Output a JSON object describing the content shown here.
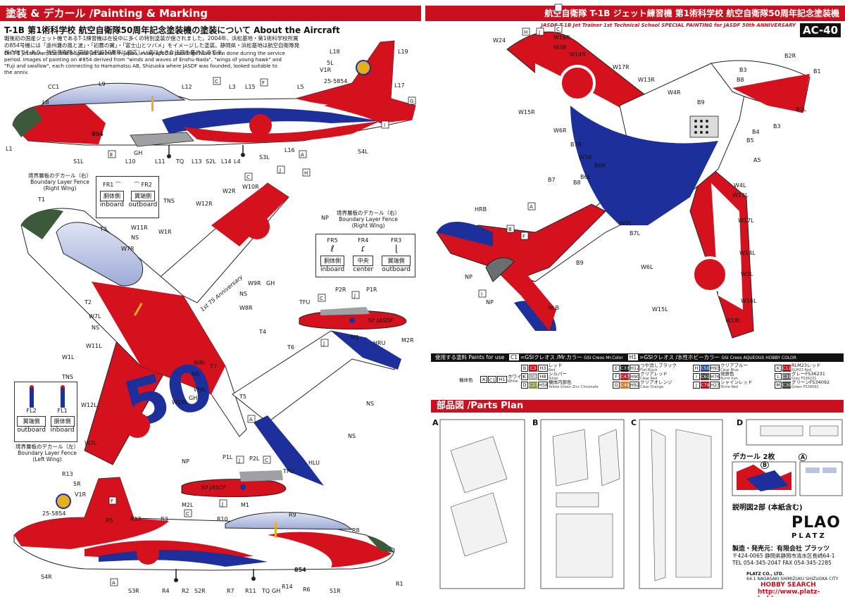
{
  "header": {
    "left_title": "塗装 & デカール /Painting & Marking",
    "right_title": "航空自衛隊 T-1B ジェット練習機 第1術科学校 航空自衛隊50周年記念塗装機",
    "right_subtitle": "JASDF T-1B Jet Trainer 1st Technical School SPECIAL PAINTING for JASDF 50th ANNIVERSARY",
    "code": "AC-40"
  },
  "about": {
    "title": "T-1B 第1術科学校 航空自衛隊50周年記念塗装機の塗装について About the Aircraft",
    "jp": "戦後初の国産ジェット機であるT-1練習機は在役中に多くの特別塗装が施されました。2004年、浜松基地・第1術科学校所属の854号機には「遠州灘の風と波」・「初鷹の翼」・「富士山とツバメ」をイメージした塗装。静岡県・浜松基地は航空自衛隊発祥の地でもあり、航空自衛隊と同校の創設50周年に相応しい姿は大きな注目を集めたのです。",
    "en": "On T-1 jet trainer, the first original jet aircraft in Japan, many special paintings have been done during the service period. Images of painting on #854 derived from \"winds and waves of Enshu-Nada\", \"wings of young hawk\" and \"Fuji and swallow\", each connecting to Hamamatsu AB, Shizuoka where JASDF was founded, looked suitable to the anniv."
  },
  "aircraft": {
    "tail_number": "25-5854",
    "nose_number": "854",
    "wing_text": "1st TS Anniversary",
    "tank_text": "50 JASDF",
    "fifty": "50"
  },
  "fence_right": {
    "caption_jp": "境界層板のデカール（右）",
    "caption_en1": "Boundary Layer Fence",
    "caption_en2": "(Right Wing)",
    "items": [
      {
        "code": "FR1",
        "jp": "胴体側",
        "en": "inboard"
      },
      {
        "code": "FR2",
        "jp": "翼端側",
        "en": "outboard"
      }
    ]
  },
  "fence_right_tank": {
    "caption_jp": "境界層板のデカール（右）",
    "caption_en1": "Boundary Layer Fence",
    "caption_en2": "(Right Wing)",
    "items": [
      {
        "code": "FR5",
        "jp": "胴体側",
        "en": "inboard"
      },
      {
        "code": "FR4",
        "jp": "中央",
        "en": "center"
      },
      {
        "code": "FR3",
        "jp": "翼端側",
        "en": "outboard"
      }
    ]
  },
  "fence_left": {
    "caption_jp": "境界層板のデカール（左）",
    "caption_en1": "Boundary Layer Fence",
    "caption_en2": "(Left Wing)",
    "items": [
      {
        "code": "FL2",
        "jp": "翼端側",
        "en": "outboard"
      },
      {
        "code": "FL1",
        "jp": "胴体側",
        "en": "inboard"
      }
    ]
  },
  "paints": {
    "bar_label": "使用する塗料 Paints for use",
    "c1_def": "=GSIクレオス /Mr.カラー",
    "c1_def_en": "GSI Creos Mr.Color",
    "h1_def": "=GSIクレオス /水性ホビーカラー",
    "h1_def_en": "GSI Creos AQUEOUS HOBBY COLOR",
    "base_label": "機体色",
    "items": [
      {
        "key": "A",
        "c": "C1",
        "h": "H1",
        "jp": "ホワイト",
        "en": "White",
        "color": "#ffffff"
      },
      {
        "key": "B",
        "c": "C3",
        "h": "H3",
        "jp": "レッド",
        "en": "Red",
        "color": "#d4111c"
      },
      {
        "key": "C",
        "c": "C8",
        "h": "H8",
        "jp": "シルバー",
        "en": "Silver",
        "color": "#a9abb0"
      },
      {
        "key": "D",
        "c": "C27",
        "h": "H58",
        "jp": "機体内部色",
        "en": "Yellow Green Zinc Chromate",
        "color": "#8a9a3a"
      },
      {
        "key": "E",
        "c": "C33",
        "h": "H12",
        "jp": "つや消しブラック",
        "en": "Flat Black",
        "color": "#1a1a1a"
      },
      {
        "key": "F",
        "c": "C47",
        "h": "H90",
        "jp": "クリアレッド",
        "en": "Clear Red",
        "color": "#c41a2a"
      },
      {
        "key": "G",
        "c": "C49",
        "h": "H92",
        "jp": "クリアオレンジ",
        "en": "Clear Orange",
        "color": "#e07a1a"
      },
      {
        "key": "H",
        "c": "C50",
        "h": "H93",
        "jp": "クリアブルー",
        "en": "Clear Blue",
        "color": "#2a4aa8"
      },
      {
        "key": "I",
        "c": "C61",
        "h": "H76",
        "jp": "焼鉄色",
        "en": "Burnt Iron",
        "color": "#4a4038"
      },
      {
        "key": "J",
        "c": "C79",
        "h": "H23",
        "jp": "シャインレッド",
        "en": "Shine Red",
        "color": "#c4101c"
      },
      {
        "key": "K",
        "c": "C114",
        "h": "",
        "jp": "RLM23レッド",
        "en": "RLM23 Red",
        "color": "#b8141e"
      },
      {
        "key": "L",
        "c": "C317",
        "h": "",
        "jp": "グレーFS36231",
        "en": "Gray FS36231",
        "color": "#6b6e70"
      },
      {
        "key": "M",
        "c": "C302",
        "h": "",
        "jp": "グリーンFS34092",
        "en": "Green FS34092",
        "color": "#3c4a35"
      }
    ]
  },
  "parts": {
    "bar_label": "部品図 /Parts Plan",
    "sprues": [
      "A",
      "B",
      "C",
      "D"
    ],
    "decal_label": "デカール 2枚",
    "decal_marks": [
      "A",
      "B"
    ],
    "manual_label": "説明図2部 (本紙含む)"
  },
  "maker": {
    "logo": "PLAO",
    "logo_sub": "PLATZ",
    "line1": "製造・発売元：有限会社 プラッツ",
    "line2": "〒424-0065 静岡県静岡市清水区長崎64-1",
    "line3": "TEL 054-345-2047  FAX 054-345-2285",
    "en1": "PLATZ CO., LTD.",
    "en2": "64-1 NAGASAKI SHIMIZUKU SHIZUOKA CITY",
    "web": "http://www.platz-hobby.com",
    "watermark": "HOBBY SEARCH"
  },
  "colors": {
    "red": "#d4111c",
    "blue": "#1c2f9a",
    "white": "#ffffff",
    "gray": "#9ea0a4",
    "canopy": "#b9c3e4",
    "green": "#3c5a3a"
  }
}
